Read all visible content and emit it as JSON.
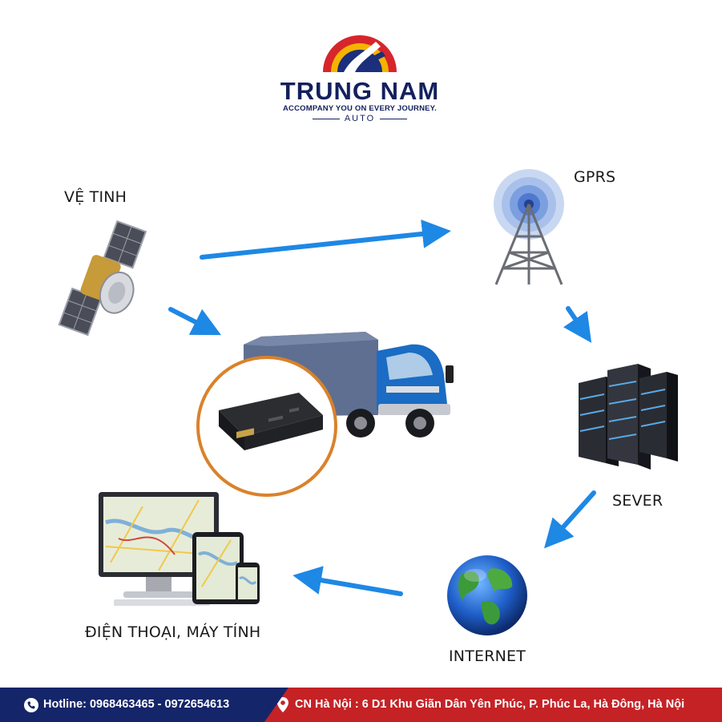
{
  "logo": {
    "brand": "TRUNG NAM",
    "tagline": "ACCOMPANY YOU ON EVERY JOURNEY.",
    "sub": "AUTO"
  },
  "nodes": {
    "satellite": {
      "label": "VỆ TINH",
      "icon": "satellite-icon"
    },
    "gprs": {
      "label": "GPRS",
      "icon": "radio-tower-icon"
    },
    "server": {
      "label": "SEVER",
      "icon": "server-rack-icon"
    },
    "internet": {
      "label": "INTERNET",
      "icon": "globe-icon"
    },
    "devices": {
      "label": "ĐIỆN THOẠI, MÁY TÍNH",
      "icon": "devices-map-icon"
    },
    "truck": {
      "icon": "truck-icon"
    },
    "gps_device": {
      "icon": "gps-tracker-icon"
    }
  },
  "colors": {
    "arrow": "#1e88e5",
    "navy": "#15256a",
    "red": "#c52226",
    "ring": "#d9822b"
  },
  "footer": {
    "hotline": "Hotline: 0968463465 - 0972654613",
    "address": "CN Hà Nội : 6 D1 Khu Giãn Dân Yên Phúc, P. Phúc La, Hà Đông, Hà Nội"
  }
}
